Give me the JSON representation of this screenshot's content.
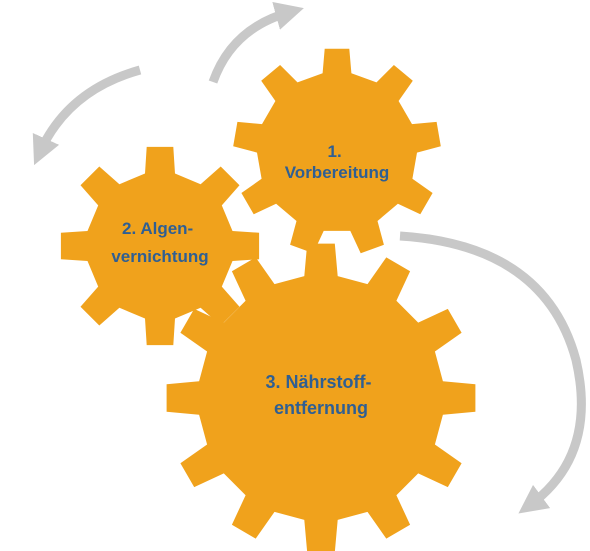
{
  "colors": {
    "gear": "#f0a21c",
    "label": "#2f5f93",
    "arrow": "#c8c8c8",
    "background": "#ffffff"
  },
  "gears": [
    {
      "id": "gear-1",
      "line1": "1.",
      "line2": "Vorbereitung"
    },
    {
      "id": "gear-2",
      "line1": "2. Algen-",
      "line2": "vernichtung"
    },
    {
      "id": "gear-3",
      "line1": "3. Nährstoff-",
      "line2": "entfernung"
    }
  ],
  "arrows": [
    {
      "id": "arrow-top-right"
    },
    {
      "id": "arrow-top-left"
    },
    {
      "id": "arrow-right"
    }
  ]
}
